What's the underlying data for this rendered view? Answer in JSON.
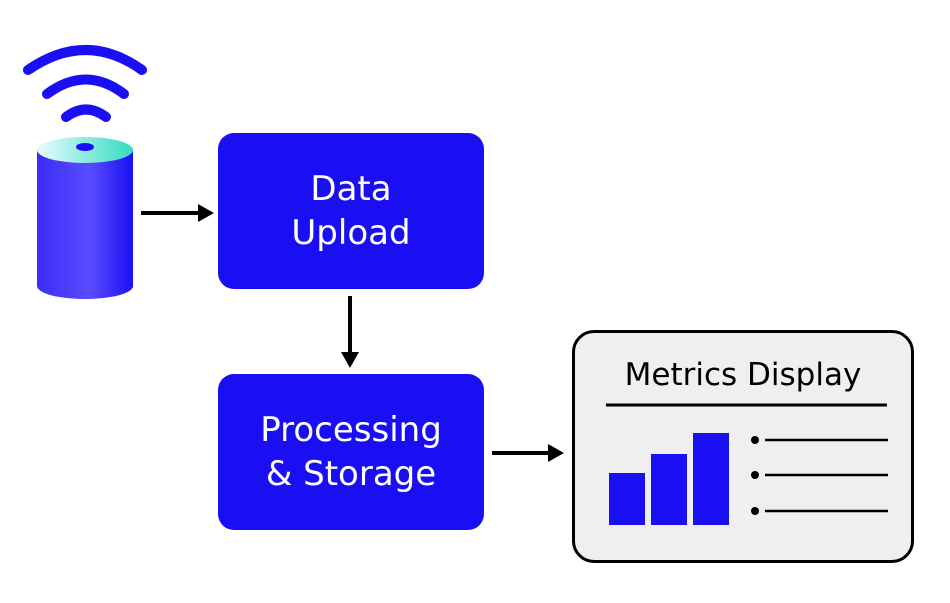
{
  "colors": {
    "accent": "#1a0ff2",
    "panel_bg": "#efefef",
    "arrow": "#000000",
    "sensor_top": "#3fe0c8"
  },
  "icons": {
    "sensor": "sensor-cylinder-icon",
    "signal": "wifi-signal-icon",
    "chart": "bar-chart-icon",
    "list": "bullet-list-icon"
  },
  "nodes": {
    "upload": {
      "lines": [
        "Data",
        "Upload"
      ]
    },
    "processing": {
      "lines": [
        "Processing",
        "& Storage"
      ]
    }
  },
  "panel": {
    "title": "Metrics Display"
  }
}
